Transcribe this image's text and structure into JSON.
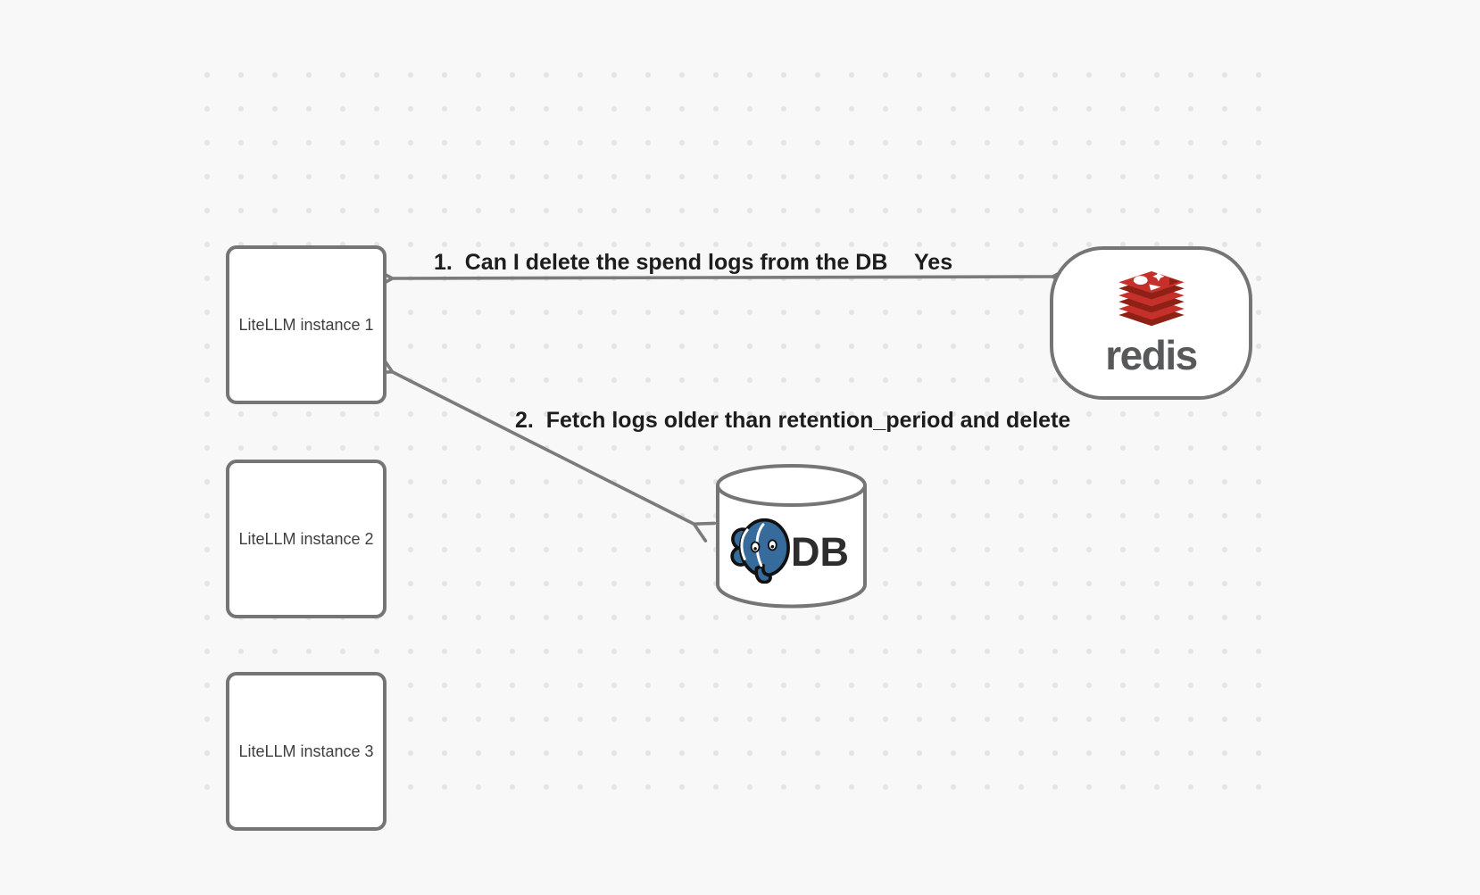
{
  "diagram": {
    "background_color": "#f8f8f8",
    "dot_color": "#e4e4e4",
    "shape_stroke_color": "#757575",
    "arrow_color": "#7b7b7b",
    "label_color": "#1d1d1d",
    "instances": [
      {
        "label": "LiteLLM instance 1"
      },
      {
        "label": "LiteLLM instance 2"
      },
      {
        "label": "LiteLLM instance 3"
      }
    ],
    "redis_node": {
      "label": "redis",
      "wordmark_color": "#58595b",
      "logo_red": "#c6302b",
      "logo_dark_red": "#8e2015"
    },
    "db_node": {
      "label": "DB",
      "postgres_blue": "#366b9b"
    },
    "edges": [
      {
        "label": "1.  Can I delete the spend logs from the DB",
        "response_label": "Yes",
        "from": "Redis",
        "to": "LiteLLM instance 1"
      },
      {
        "label": "2.  Fetch logs older than retention_period and delete",
        "from": "LiteLLM instance 1",
        "to": "DB"
      }
    ]
  }
}
